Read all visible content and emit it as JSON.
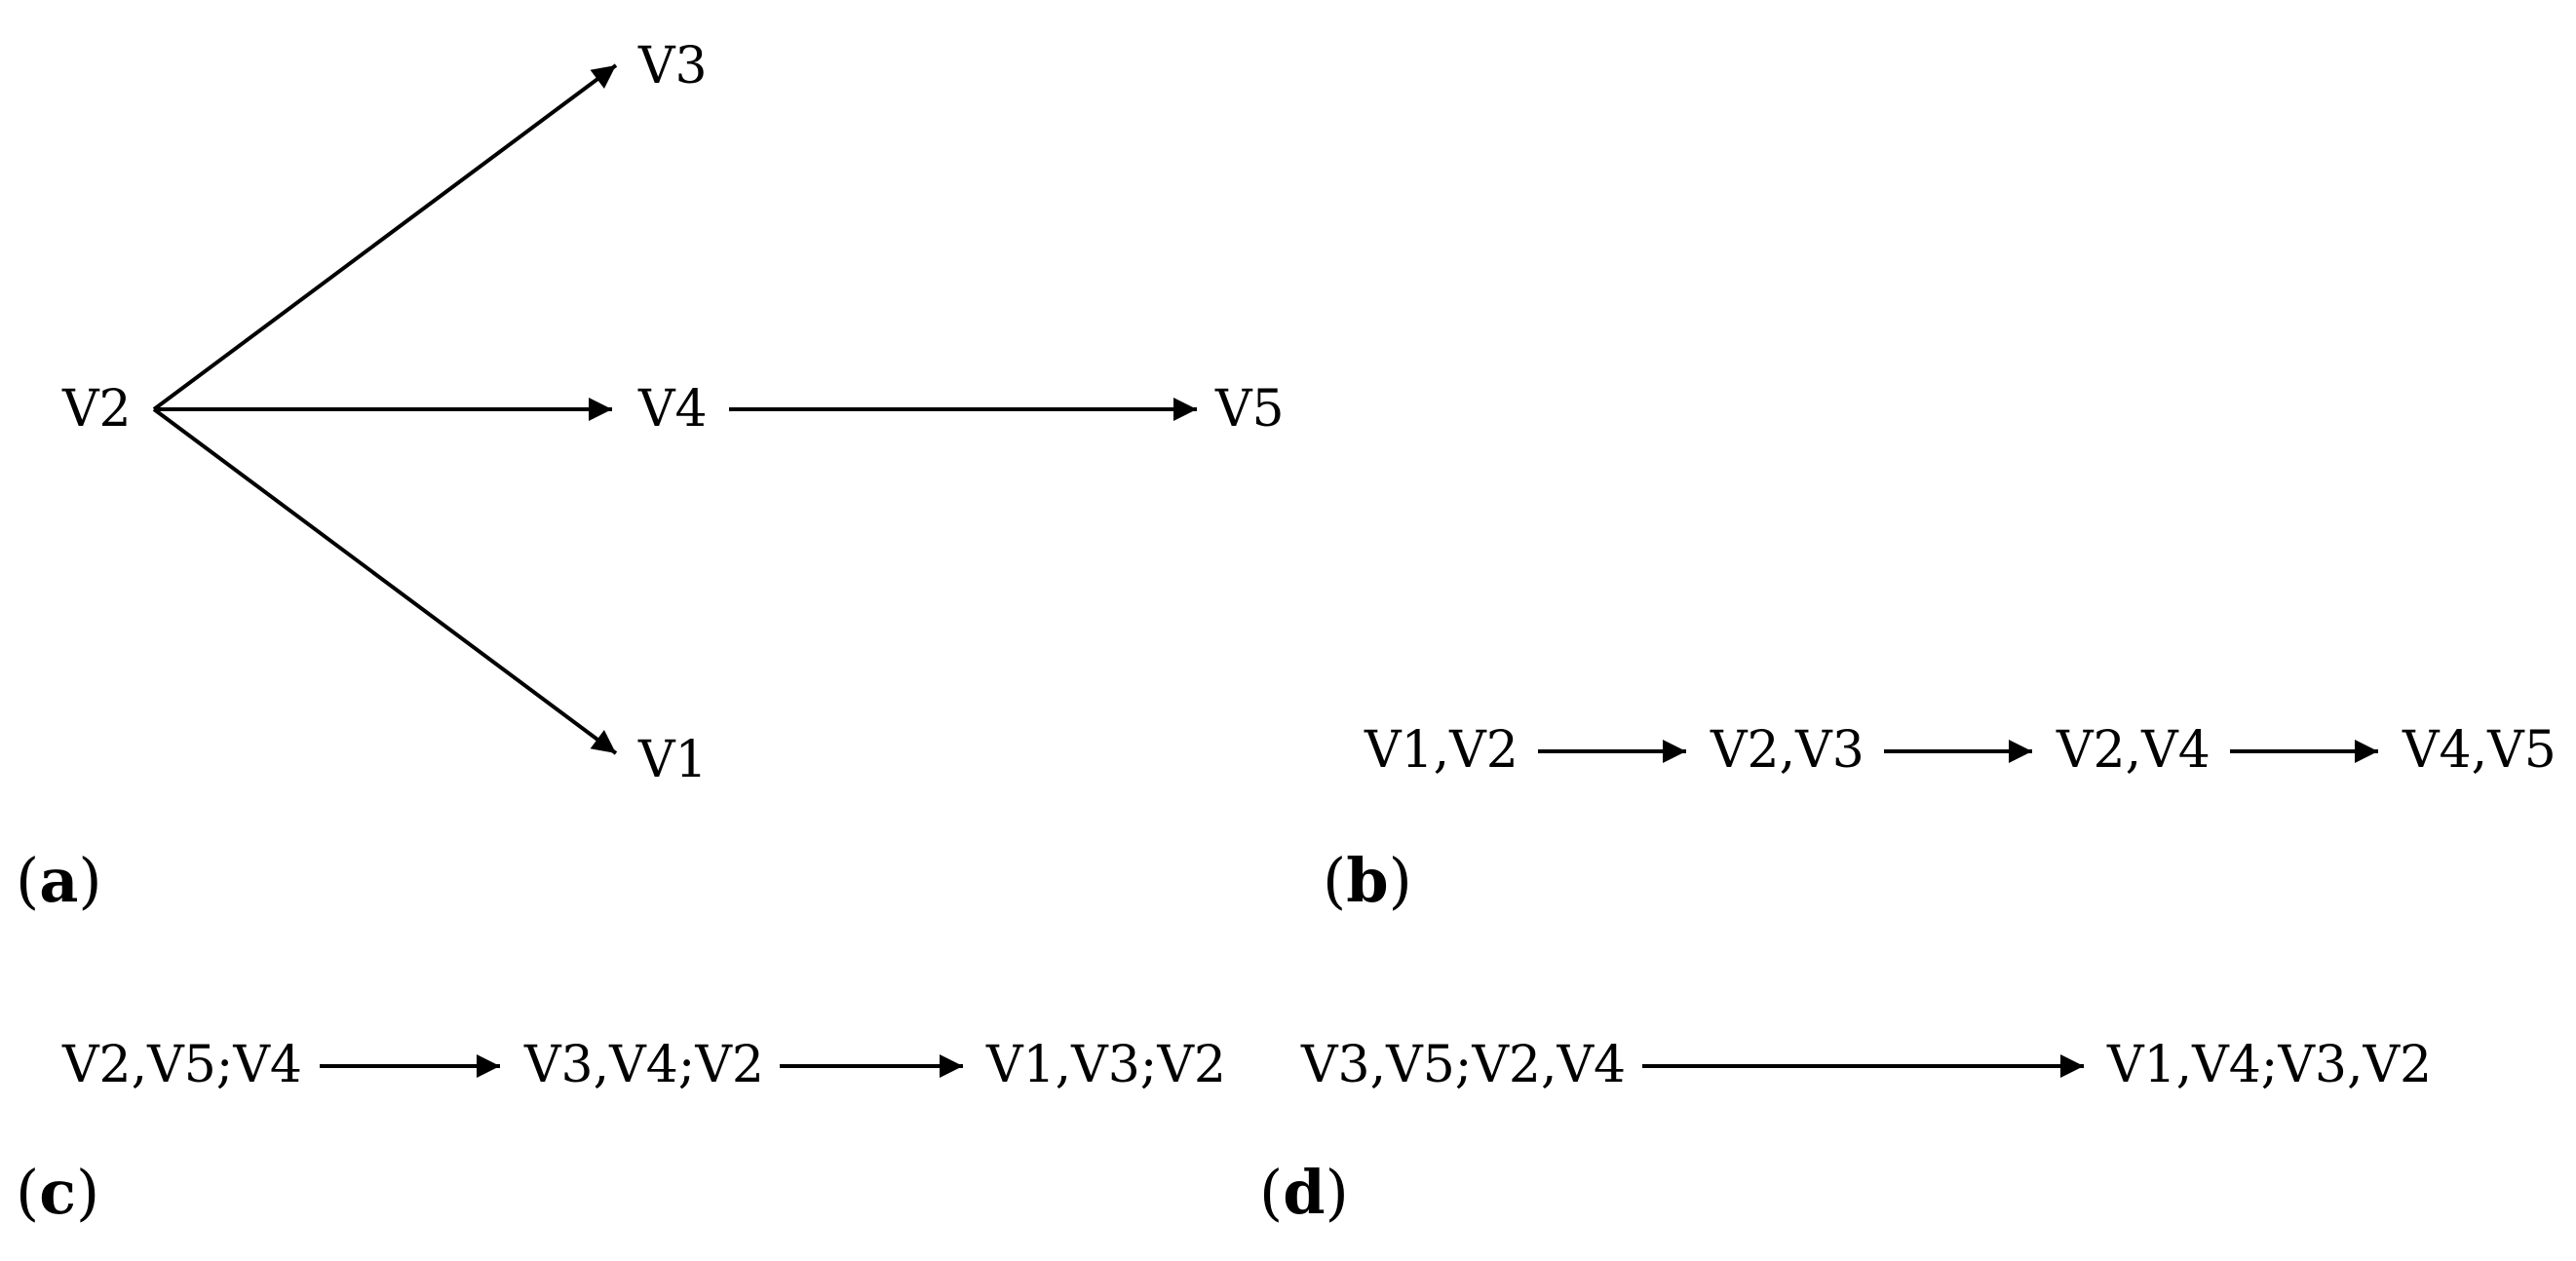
{
  "panels": {
    "a": {
      "label": "a",
      "nodes": {
        "v2": "V2",
        "v3": "V3",
        "v4": "V4",
        "v5": "V5",
        "v1": "V1"
      },
      "edges": [
        {
          "from": "V2",
          "to": "V3"
        },
        {
          "from": "V2",
          "to": "V4"
        },
        {
          "from": "V2",
          "to": "V1"
        },
        {
          "from": "V4",
          "to": "V5"
        }
      ]
    },
    "b": {
      "label": "b",
      "nodes": [
        "V1,V2",
        "V2,V3",
        "V2,V4",
        "V4,V5"
      ]
    },
    "c": {
      "label": "c",
      "nodes": [
        "V2,V5;V4",
        "V3,V4;V2",
        "V1,V3;V2"
      ]
    },
    "d": {
      "label": "d",
      "nodes": [
        "V3,V5;V2,V4",
        "V1,V4;V3,V2"
      ]
    }
  },
  "colors": {
    "stroke": "#000000",
    "text": "#000000",
    "background": "#ffffff"
  }
}
